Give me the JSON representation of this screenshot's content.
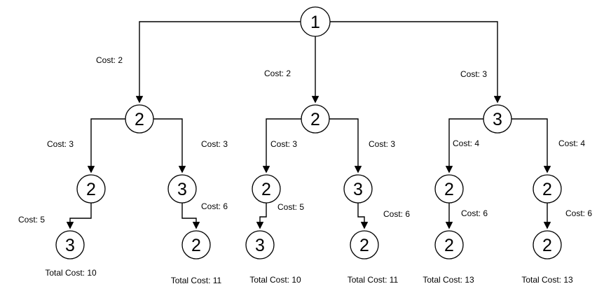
{
  "diagram": {
    "type": "tree",
    "colors": {
      "node_fill": "#ffffff",
      "stroke": "#000000",
      "background": "#ffffff"
    },
    "root": {
      "label": "1"
    },
    "branches": [
      {
        "edge_cost": "Cost: 2",
        "label": "2",
        "children": [
          {
            "edge_cost": "Cost: 3",
            "label": "2",
            "leaf": {
              "edge_cost": "Cost: 5",
              "label": "3",
              "total_cost": "Total Cost: 10"
            }
          },
          {
            "edge_cost": "Cost: 3",
            "label": "3",
            "leaf": {
              "edge_cost": "Cost: 6",
              "label": "2",
              "total_cost": "Total Cost: 11"
            }
          }
        ]
      },
      {
        "edge_cost": "Cost: 2",
        "label": "2",
        "children": [
          {
            "edge_cost": "Cost: 3",
            "label": "2",
            "leaf": {
              "edge_cost": "Cost: 5",
              "label": "3",
              "total_cost": "Total Cost: 10"
            }
          },
          {
            "edge_cost": "Cost: 3",
            "label": "3",
            "leaf": {
              "edge_cost": "Cost: 6",
              "label": "2",
              "total_cost": "Total Cost: 11"
            }
          }
        ]
      },
      {
        "edge_cost": "Cost: 3",
        "label": "3",
        "children": [
          {
            "edge_cost": "Cost: 4",
            "label": "2",
            "leaf": {
              "edge_cost": "Cost: 6",
              "label": "2",
              "total_cost": "Total Cost: 13"
            }
          },
          {
            "edge_cost": "Cost: 4",
            "label": "2",
            "leaf": {
              "edge_cost": "Cost: 6",
              "label": "2",
              "total_cost": "Total Cost: 13"
            }
          }
        ]
      }
    ]
  }
}
